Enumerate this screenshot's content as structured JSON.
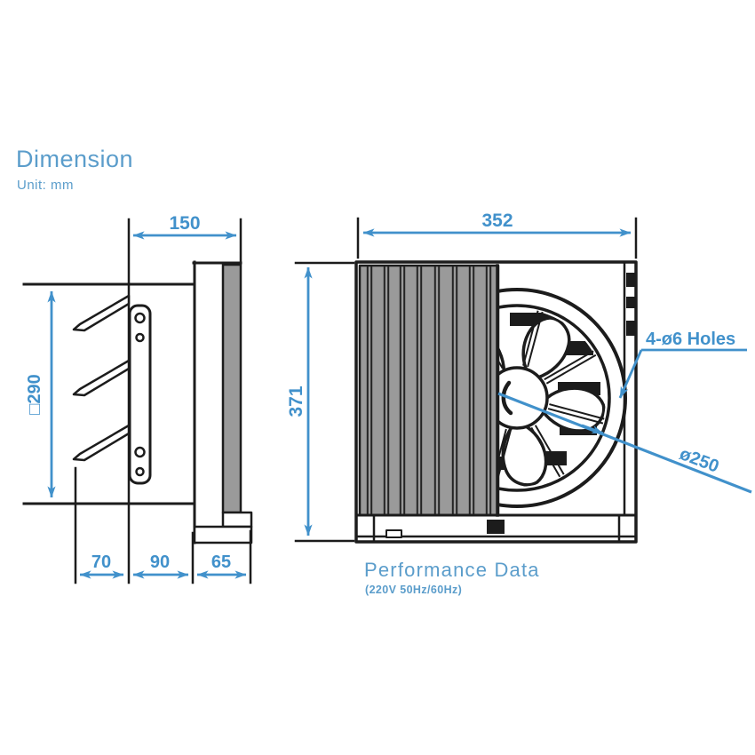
{
  "title": {
    "heading": "Dimension",
    "unit": "Unit: mm"
  },
  "side_view": {
    "dims": {
      "top_width": "150",
      "height": "□290",
      "bottom_left": "70",
      "bottom_mid": "90",
      "bottom_right": "65"
    }
  },
  "front_view": {
    "dims": {
      "width": "352",
      "height": "371"
    },
    "callouts": {
      "holes": "4-ø6 Holes",
      "impeller_diameter": "ø250"
    }
  },
  "performance": {
    "heading": "Performance Data",
    "subtitle": "(220V 50Hz/60Hz)"
  },
  "colors": {
    "dimension_blue": "#4191cb",
    "heading_blue": "#5b9dcb",
    "line_black": "#1c1c1c",
    "panel_gray": "#9a9a9a"
  }
}
